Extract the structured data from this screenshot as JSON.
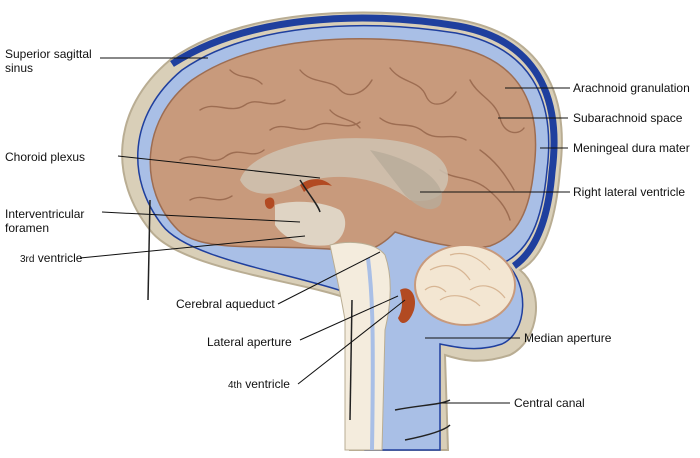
{
  "labels": {
    "superior_sagittal_sinus_1": "Superior sagittal",
    "superior_sagittal_sinus_2": "sinus",
    "choroid_plexus": "Choroid plexus",
    "interventricular_foramen_1": "Interventricular",
    "interventricular_foramen_2": "foramen",
    "third_ventricle_num": "3rd",
    "third_ventricle_word": " ventricle",
    "cerebral_aqueduct": "Cerebral aqueduct",
    "lateral_aperture": "Lateral aperture",
    "fourth_ventricle_num": "4th",
    "fourth_ventricle_word": " ventricle",
    "arachnoid_granulation": "Arachnoid granulation",
    "subarachnoid_space": "Subarachnoid space",
    "meningeal_dura_mater": "Meningeal dura mater",
    "right_lateral_ventricle": "Right lateral ventricle",
    "median_aperture": "Median aperture",
    "central_canal": "Central canal"
  },
  "colors": {
    "dura": "#d9cfb8",
    "sinus": "#1f3f9e",
    "csf": "#a9bfe6",
    "brain": "#c89a7c",
    "brain_fold": "#9d6d52",
    "ventricle": "#cfc3b3",
    "choroid": "#b24a22",
    "cerebellum": "#f3e6d2",
    "cord": "#f4ecdd"
  }
}
